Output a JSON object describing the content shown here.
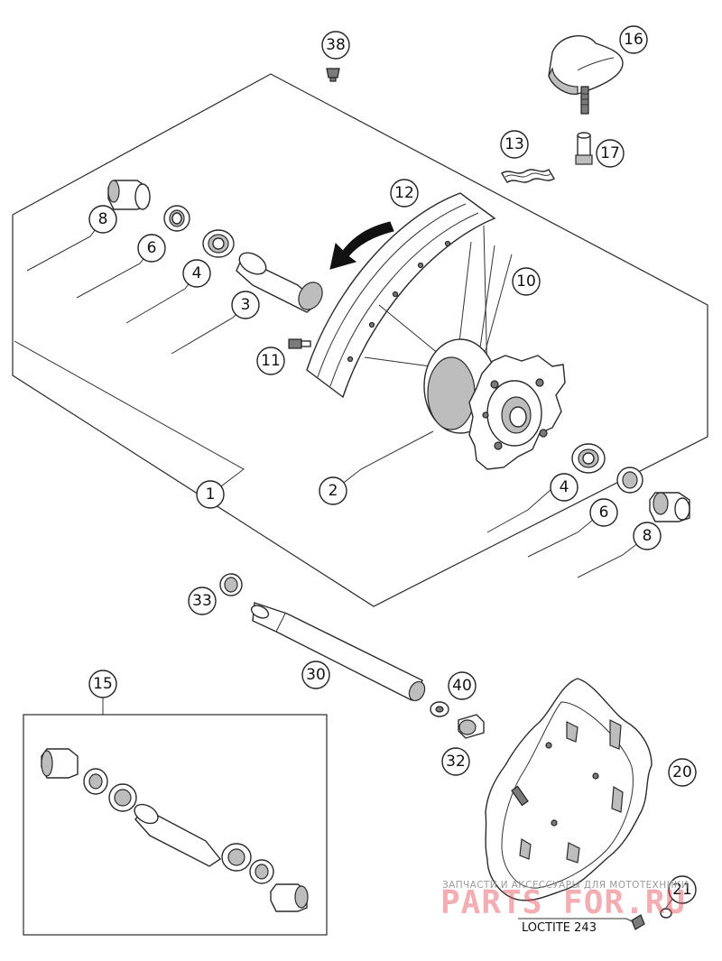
{
  "callouts": [
    {
      "id": "c38",
      "label": "38"
    },
    {
      "id": "c16",
      "label": "16"
    },
    {
      "id": "c17",
      "label": "17"
    },
    {
      "id": "c13",
      "label": "13"
    },
    {
      "id": "c12",
      "label": "12"
    },
    {
      "id": "c10",
      "label": "10"
    },
    {
      "id": "c11",
      "label": "11"
    },
    {
      "id": "c8a",
      "label": "8"
    },
    {
      "id": "c6a",
      "label": "6"
    },
    {
      "id": "c4a",
      "label": "4"
    },
    {
      "id": "c3",
      "label": "3"
    },
    {
      "id": "c1",
      "label": "1"
    },
    {
      "id": "c2",
      "label": "2"
    },
    {
      "id": "c4b",
      "label": "4"
    },
    {
      "id": "c6b",
      "label": "6"
    },
    {
      "id": "c8b",
      "label": "8"
    },
    {
      "id": "c33",
      "label": "33"
    },
    {
      "id": "c30",
      "label": "30"
    },
    {
      "id": "c40",
      "label": "40"
    },
    {
      "id": "c32",
      "label": "32"
    },
    {
      "id": "c20",
      "label": "20"
    },
    {
      "id": "c15",
      "label": "15"
    },
    {
      "id": "c21",
      "label": "21"
    }
  ],
  "note": {
    "loctite": "LOCTITE 243"
  },
  "watermark": {
    "top": "ЗАПЧАСТИ И АКСЕССУАРЫ ДЛЯ МОТОТЕХНИКИ",
    "brand": "PARTS FOR.RU"
  }
}
